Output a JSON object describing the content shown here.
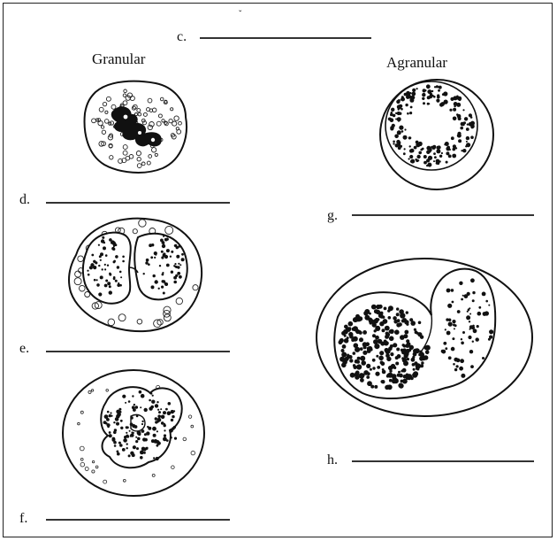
{
  "headings": {
    "granular": "Granular",
    "agranular": "Agranular"
  },
  "labels": {
    "c": "c.",
    "d": "d.",
    "e": "e.",
    "f": "f.",
    "g": "g.",
    "h": "h."
  },
  "cells": {
    "d": {
      "type": "granulocyte",
      "nucleus": "irregular multilobed"
    },
    "e": {
      "type": "granulocyte",
      "nucleus": "bilobed"
    },
    "f": {
      "type": "granulocyte",
      "nucleus": "lobed"
    },
    "g": {
      "type": "agranulocyte",
      "nucleus": "round"
    },
    "h": {
      "type": "agranulocyte",
      "nucleus": "kidney-shaped"
    }
  },
  "colors": {
    "ink": "#111111",
    "line": "#333333",
    "background": "#ffffff"
  }
}
